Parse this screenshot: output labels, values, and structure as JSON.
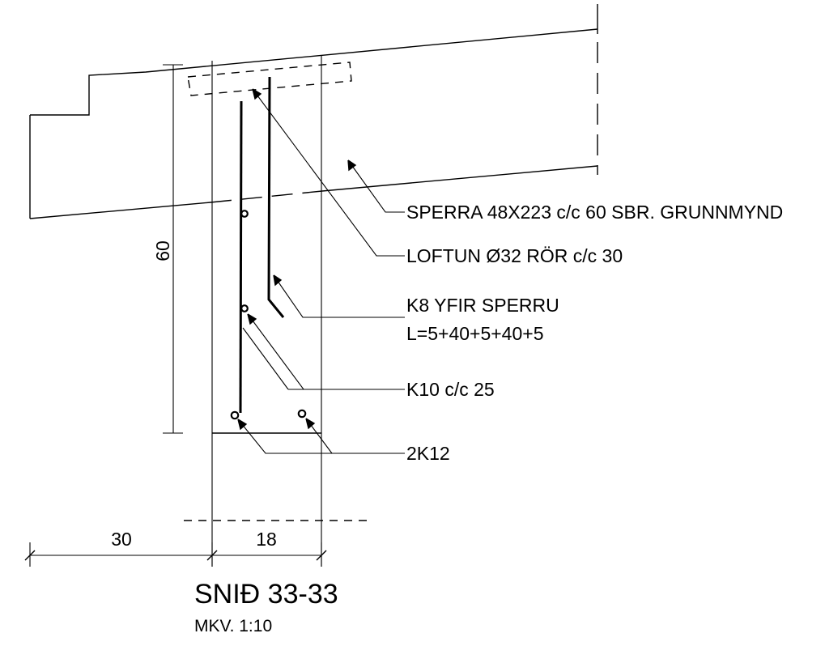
{
  "labels": {
    "rafter": "SPERRA 48X223 c/c 60 SBR. GRUNNMYND",
    "ventilation": "LOFTUN Ø32 RÖR c/c 30",
    "k8_line1": "K8 YFIR SPERRU",
    "k8_line2": "L=5+40+5+40+5",
    "k10": "K10 c/c 25",
    "k12": "2K12"
  },
  "dimensions": {
    "height": "60",
    "overhang": "30",
    "wall": "18"
  },
  "title": {
    "section": "SNIÐ 33-33",
    "scale": "MKV. 1:10"
  }
}
